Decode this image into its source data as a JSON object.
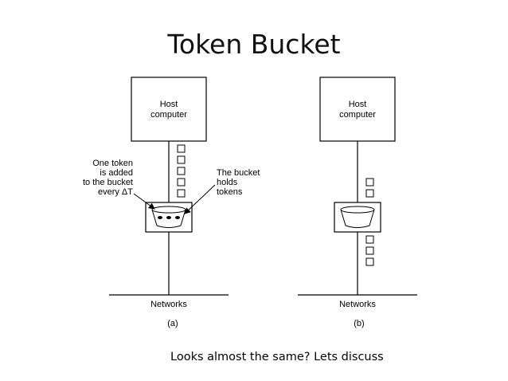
{
  "title": "Token Bucket",
  "caption": "Looks almost the same? Lets discuss",
  "diagram_a": {
    "host_label_line1": "Host",
    "host_label_line2": "computer",
    "left_note_lines": [
      "One token",
      "is added",
      "to the bucket",
      "every ΔT"
    ],
    "right_note_lines": [
      "The bucket",
      "holds",
      "tokens"
    ],
    "network_label": "Networks",
    "sub_label": "(a)"
  },
  "diagram_b": {
    "host_label_line1": "Host",
    "host_label_line2": "computer",
    "network_label": "Networks",
    "sub_label": "(b)"
  }
}
